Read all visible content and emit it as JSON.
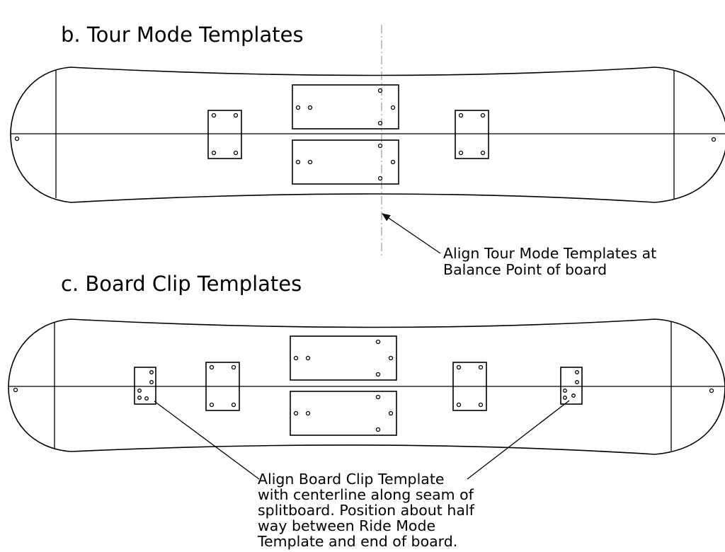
{
  "section_b": {
    "title": "b.  Tour Mode Templates",
    "callout": [
      "Align Tour Mode Templates at",
      "Balance Point of board"
    ]
  },
  "section_c": {
    "title": "c.  Board Clip Templates",
    "callout": [
      "Align Board Clip Template",
      "with centerline along seam of",
      "splitboard.  Position about half",
      "way between Ride Mode",
      "Template and end of board."
    ]
  }
}
